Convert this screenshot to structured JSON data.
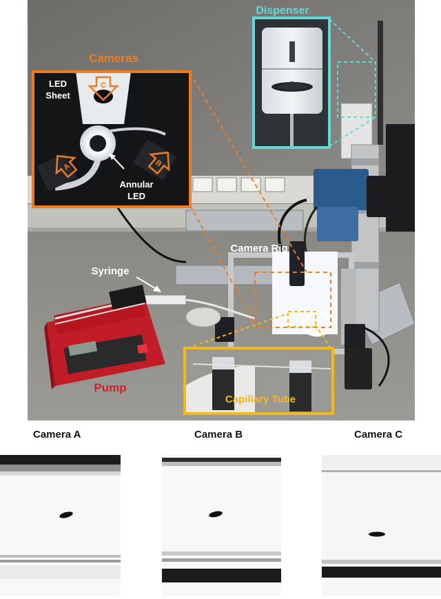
{
  "photo": {
    "labels": {
      "dispenser": "Dispenser",
      "cameras": "Cameras",
      "led_sheet_line1": "LED",
      "led_sheet_line2": "Sheet",
      "annular_line1": "Annular",
      "annular_line2": "LED",
      "camera_rig": "Camera Rig",
      "syringe": "Syringe",
      "pump": "Pump",
      "capillary_tube": "Capillary Tube",
      "arrow_a": "A",
      "arrow_b": "B",
      "arrow_c": "C"
    },
    "colors": {
      "orange": "#ee7d22",
      "cyan": "#62dad2",
      "gold": "#f3b81b",
      "red": "#d0202c"
    }
  },
  "frames": [
    {
      "caption": "Camera A"
    },
    {
      "caption": "Camera B"
    },
    {
      "caption": "Camera C"
    }
  ]
}
